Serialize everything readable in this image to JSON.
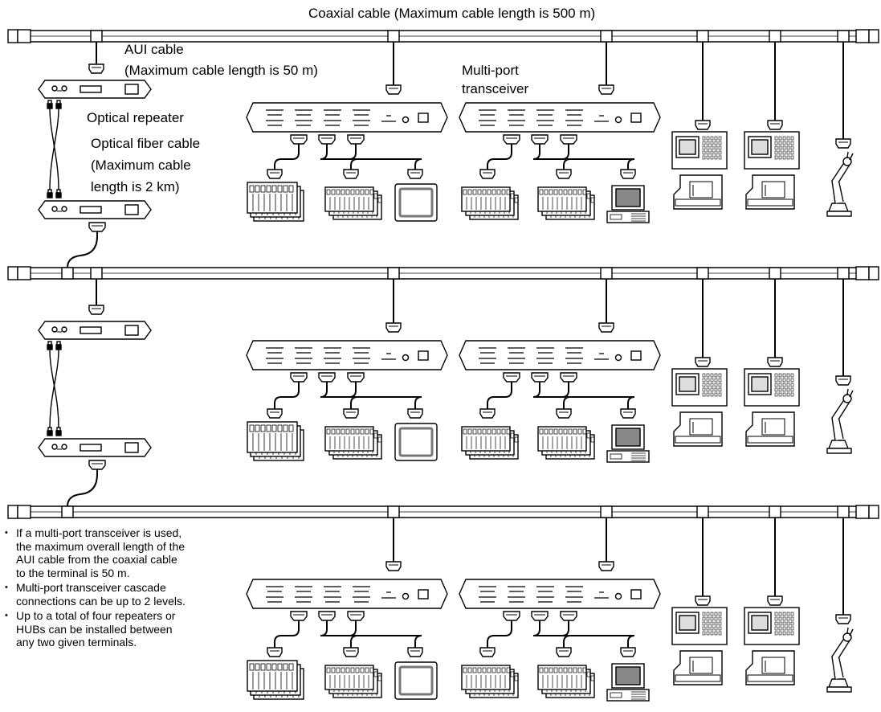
{
  "labels": {
    "coax": "Coaxial cable (Maximum cable length is 500 m)",
    "aui": [
      "AUI cable",
      "(Maximum cable length is 50 m)"
    ],
    "multiport": [
      "Multi-port",
      "transceiver"
    ],
    "optical_repeater": "Optical repeater",
    "fiber": [
      "Optical fiber cable",
      "(Maximum cable",
      "length is 2 km)"
    ]
  },
  "notes": [
    [
      "If a multi-port transceiver is used,",
      "the maximum overall length of the",
      "AUI cable from the coaxial cable",
      "to the terminal is 50 m."
    ],
    [
      "Multi-port transceiver cascade",
      "connections can be up to 2 levels."
    ],
    [
      "Up to a total of four repeaters or",
      "HUBs can be installed between",
      "any two given terminals."
    ]
  ],
  "diagram": {
    "segments": 3,
    "optical_links": 2,
    "multiport_transceivers_per_segment": 2,
    "devices_per_transceiver": [
      [
        "plc-rack",
        "plc-unit",
        "display-monitor"
      ],
      [
        "plc-unit",
        "plc-unit",
        "personal-computer"
      ]
    ],
    "direct_terminals": [
      "cnc-machine",
      "cnc-machine",
      "robot-arm"
    ]
  }
}
